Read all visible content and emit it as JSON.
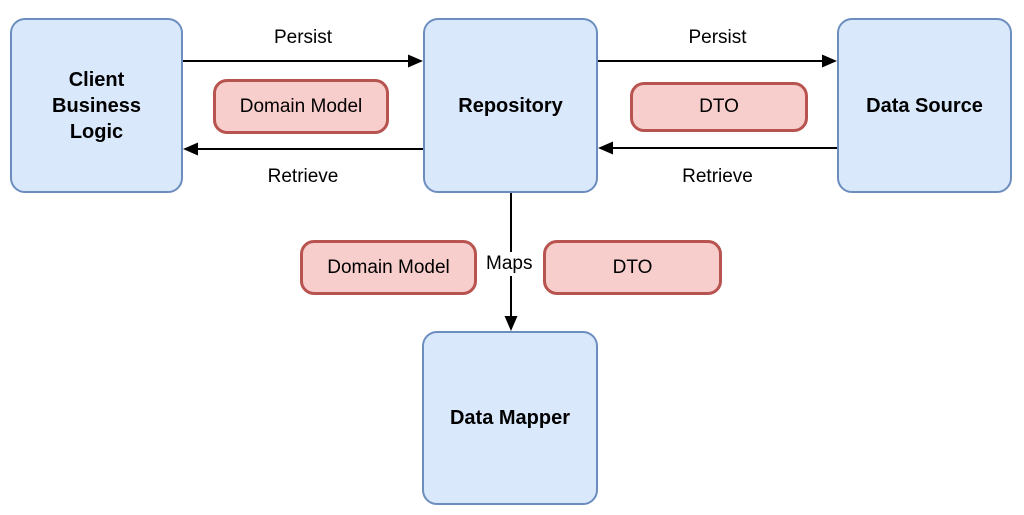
{
  "diagram": {
    "title": "Repository pattern data flow diagram",
    "colors": {
      "node_fill": "#dae8fc",
      "node_border": "#6c8ebf",
      "artifact_fill": "#f8cecc",
      "artifact_border": "#b85450",
      "arrow": "#000000",
      "background": "#ffffff"
    },
    "nodes": {
      "client": {
        "label": "Client\nBusiness\nLogic"
      },
      "repository": {
        "label": "Repository"
      },
      "data_source": {
        "label": "Data Source"
      },
      "data_mapper": {
        "label": "Data Mapper"
      }
    },
    "artifacts": {
      "domain_model_top": {
        "label": "Domain Model"
      },
      "dto_top": {
        "label": "DTO"
      },
      "domain_model_bottom": {
        "label": "Domain Model"
      },
      "dto_bottom": {
        "label": "DTO"
      }
    },
    "edges": {
      "persist_left": {
        "label": "Persist",
        "from": "client",
        "to": "repository"
      },
      "retrieve_left": {
        "label": "Retrieve",
        "from": "repository",
        "to": "client"
      },
      "persist_right": {
        "label": "Persist",
        "from": "repository",
        "to": "data_source"
      },
      "retrieve_right": {
        "label": "Retrieve",
        "from": "data_source",
        "to": "repository"
      },
      "maps": {
        "label": "Maps",
        "from": "repository",
        "to": "data_mapper"
      }
    }
  }
}
